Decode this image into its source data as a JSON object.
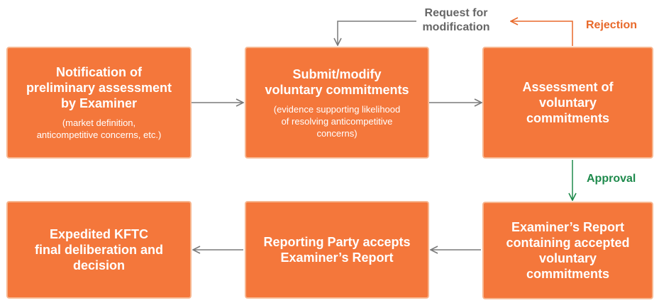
{
  "colors": {
    "box_fill": "#f4773b",
    "box_border": "#f7b68f",
    "arrow": "#7a7a7a",
    "rejection": "#e8692a",
    "approval": "#1e8a4c",
    "modification": "#666666"
  },
  "boxes": {
    "notification": {
      "title": "Notification of\npreliminary assessment\nby Examiner",
      "subtitle": "(market definition,\nanticompetitive concerns, etc.)"
    },
    "submit": {
      "title": "Submit/modify\nvoluntary commitments",
      "subtitle": "(evidence supporting likelihood\nof resolving anticompetitive\nconcerns)"
    },
    "assessment": {
      "title": "Assessment of\nvoluntary\ncommitments"
    },
    "examiner_report": {
      "title": "Examiner’s Report\ncontaining accepted\nvoluntary\ncommitments"
    },
    "reporting_party": {
      "title": "Reporting Party accepts\nExaminer’s Report"
    },
    "expedited": {
      "title": "Expedited KFTC\nfinal deliberation and\ndecision"
    }
  },
  "labels": {
    "request": "Request for\nmodification",
    "rejection": "Rejection",
    "approval": "Approval"
  }
}
